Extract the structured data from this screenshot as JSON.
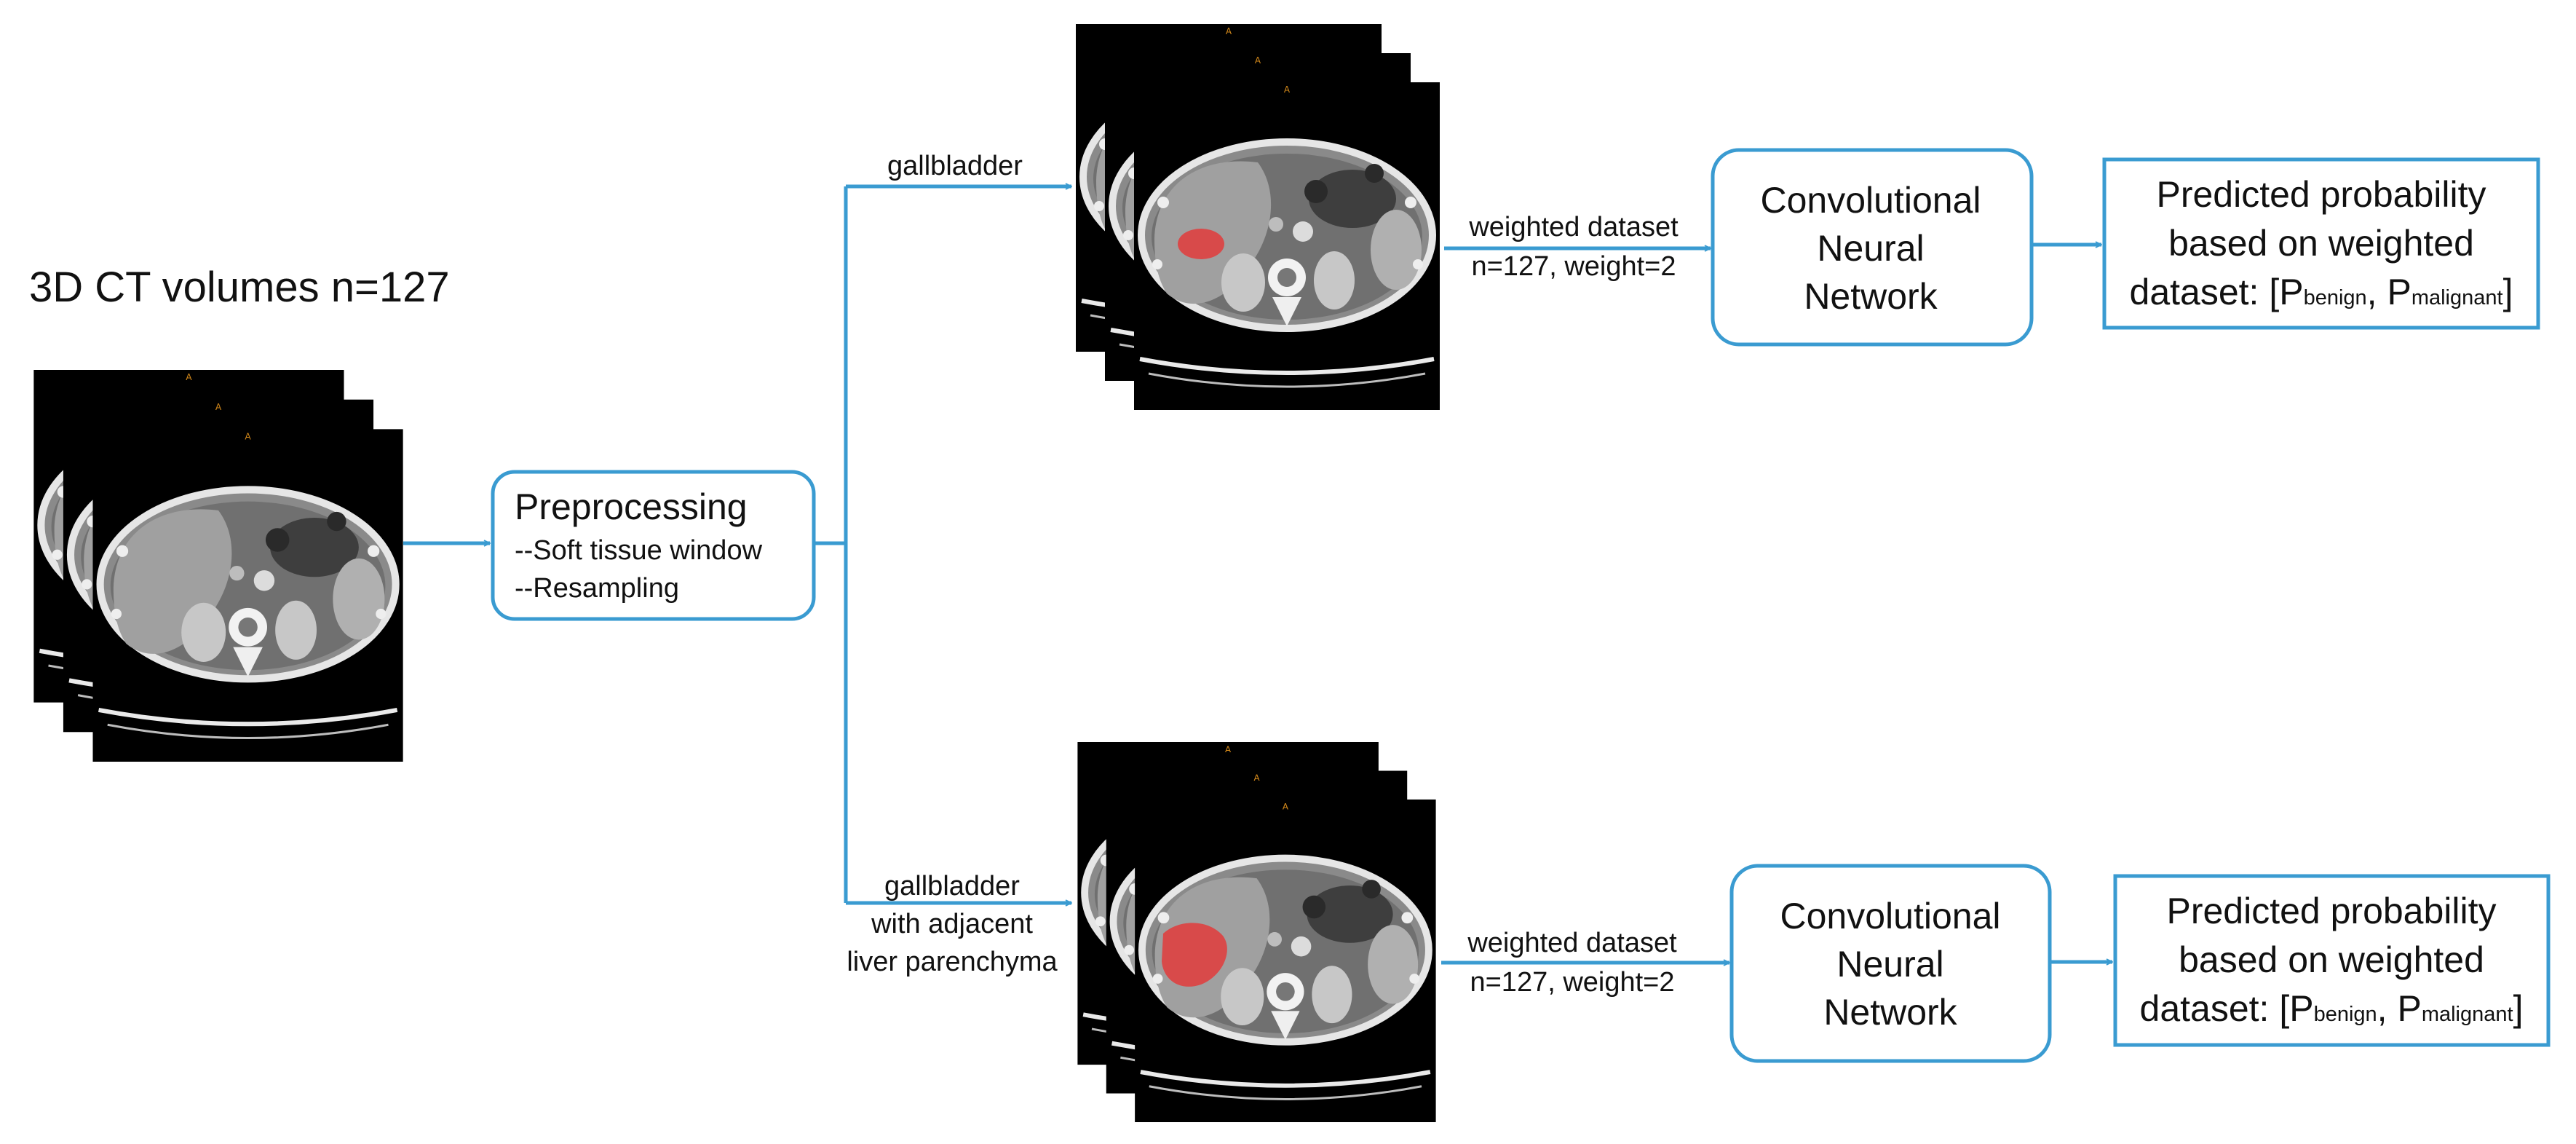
{
  "input": {
    "title": "3D CT volumes n=127"
  },
  "preprocessing": {
    "title": "Preprocessing",
    "steps": [
      "--Soft tissue window",
      "--Resampling"
    ]
  },
  "branches": [
    {
      "roi_lines": [
        "gallbladder"
      ],
      "edge_line1": "weighted dataset",
      "edge_line2": "n=127, weight=2",
      "model_lines": [
        "Convolutional",
        "Neural",
        "Network"
      ],
      "output_line1": "Predicted probability",
      "output_line2": "based on weighted",
      "output_prefix": "dataset: [P",
      "output_sub1": "benign",
      "output_mid": ", P",
      "output_sub2": "malignant",
      "output_suffix": "]"
    },
    {
      "roi_lines": [
        "gallbladder",
        "with adjacent",
        "liver parenchyma"
      ],
      "edge_line1": "weighted dataset",
      "edge_line2": "n=127, weight=2",
      "model_lines": [
        "Convolutional",
        "Neural",
        "Network"
      ],
      "output_line1": "Predicted probability",
      "output_line2": "based on weighted",
      "output_prefix": "dataset: [P",
      "output_sub1": "benign",
      "output_mid": ", P",
      "output_sub2": "malignant",
      "output_suffix": "]"
    }
  ],
  "colors": {
    "accent": "#3a9bd1",
    "scan_background": "#000000",
    "mask": "#e23b3b"
  },
  "icons": [
    "ct-slice-stack-icon",
    "segmentation-mask-icon",
    "arrow-icon"
  ]
}
